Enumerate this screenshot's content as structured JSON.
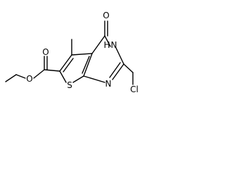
{
  "structure": {
    "atoms": {
      "o_ester_carbonyl": "O",
      "o_ester_ether": "O",
      "s_ring": "S",
      "n_ring_bottom": "N",
      "nh_ring": "H",
      "n_ring_top": "N",
      "o_ring_carbonyl": "O",
      "cl_substituent": "Cl"
    }
  },
  "colors": {
    "bond": "#000000",
    "label": "#000000",
    "background": "#ffffff"
  }
}
